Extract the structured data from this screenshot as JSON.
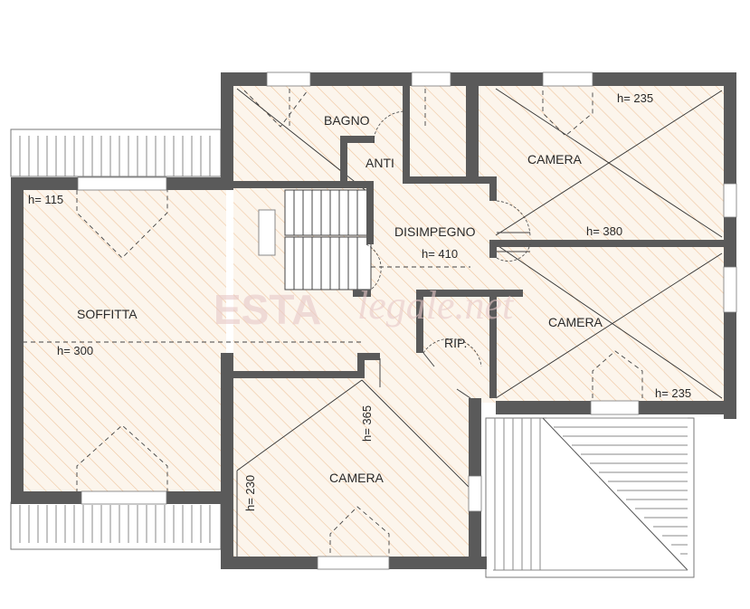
{
  "rooms": {
    "bagno": "BAGNO",
    "anti": "ANTI",
    "camera_top_right": "CAMERA",
    "disimpegno": "DISIMPEGNO",
    "soffitta": "SOFFITTA",
    "rip": "RIP.",
    "camera_right": "CAMERA",
    "camera_bottom": "CAMERA"
  },
  "heights": {
    "camera_top_right": "h= 235",
    "soffitta_corner": "h= 115",
    "disimpegno": "h= 410",
    "camera_mid_right": "h= 380",
    "soffitta": "h= 300",
    "camera_right_corner": "h= 235",
    "vertical_365": "h= 365",
    "vertical_230": "h= 230"
  },
  "watermark": {
    "brand": "ESTA",
    "site": "legale.net"
  },
  "colors": {
    "wall": "#5a5a5a",
    "floor": "#fbf3ea",
    "hatch": "#f0c9a3",
    "roof_line": "#222222"
  }
}
